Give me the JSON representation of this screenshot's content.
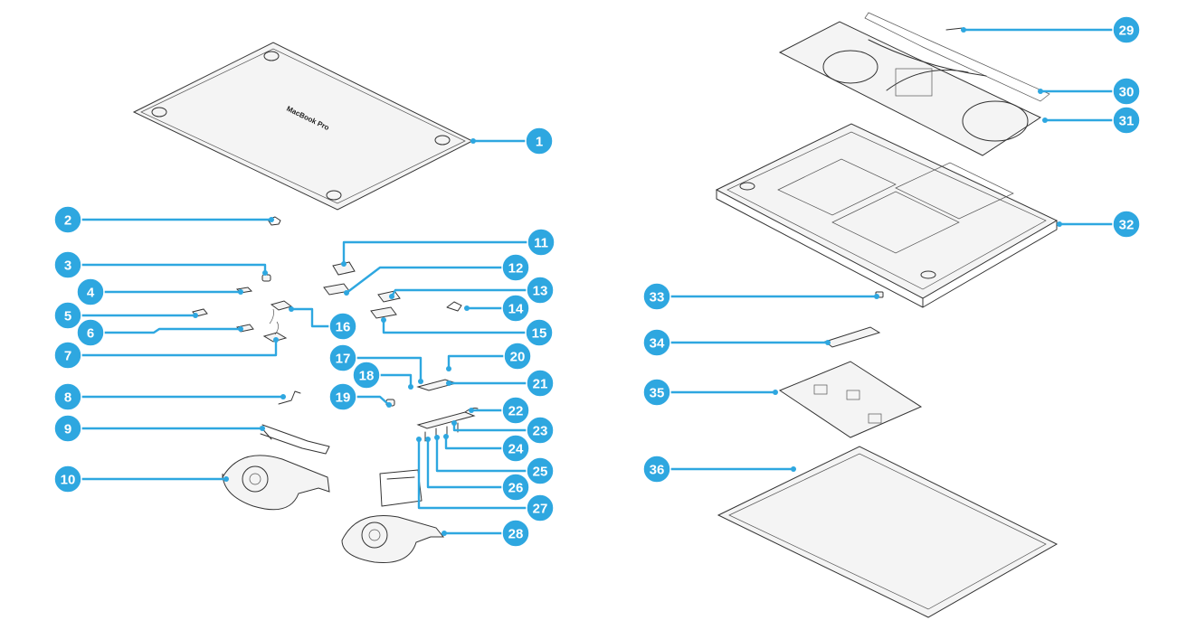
{
  "accent_color": "#2ea7e0",
  "line_color": "#333333",
  "bottom_case": {
    "brand_label": "MacBook Pro"
  },
  "callouts": [
    {
      "number": "1"
    },
    {
      "number": "2"
    },
    {
      "number": "3"
    },
    {
      "number": "4"
    },
    {
      "number": "5"
    },
    {
      "number": "6"
    },
    {
      "number": "7"
    },
    {
      "number": "8"
    },
    {
      "number": "9"
    },
    {
      "number": "10"
    },
    {
      "number": "11"
    },
    {
      "number": "12"
    },
    {
      "number": "13"
    },
    {
      "number": "14"
    },
    {
      "number": "15"
    },
    {
      "number": "16"
    },
    {
      "number": "17"
    },
    {
      "number": "18"
    },
    {
      "number": "19"
    },
    {
      "number": "20"
    },
    {
      "number": "21"
    },
    {
      "number": "22"
    },
    {
      "number": "23"
    },
    {
      "number": "24"
    },
    {
      "number": "25"
    },
    {
      "number": "26"
    },
    {
      "number": "27"
    },
    {
      "number": "28"
    },
    {
      "number": "29"
    },
    {
      "number": "30"
    },
    {
      "number": "31"
    },
    {
      "number": "32"
    },
    {
      "number": "33"
    },
    {
      "number": "34"
    },
    {
      "number": "35"
    },
    {
      "number": "36"
    }
  ]
}
